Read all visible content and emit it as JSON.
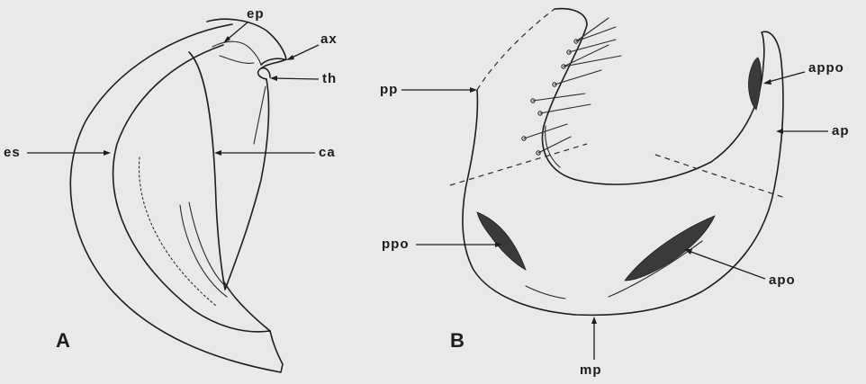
{
  "figure": {
    "panels": [
      {
        "id": "A",
        "label": "A",
        "structures": [
          {
            "key": "ep",
            "label": "ep"
          },
          {
            "key": "ax",
            "label": "ax"
          },
          {
            "key": "th",
            "label": "th"
          },
          {
            "key": "es",
            "label": "es"
          },
          {
            "key": "ca",
            "label": "ca"
          }
        ]
      },
      {
        "id": "B",
        "label": "B",
        "structures": [
          {
            "key": "pp",
            "label": "pp"
          },
          {
            "key": "appo",
            "label": "appo"
          },
          {
            "key": "ap",
            "label": "ap"
          },
          {
            "key": "ppo",
            "label": "ppo"
          },
          {
            "key": "apo",
            "label": "apo"
          },
          {
            "key": "mp",
            "label": "mp"
          }
        ]
      }
    ]
  },
  "colors": {
    "background": "#e9e9e9",
    "ink": "#1e1e1e"
  }
}
